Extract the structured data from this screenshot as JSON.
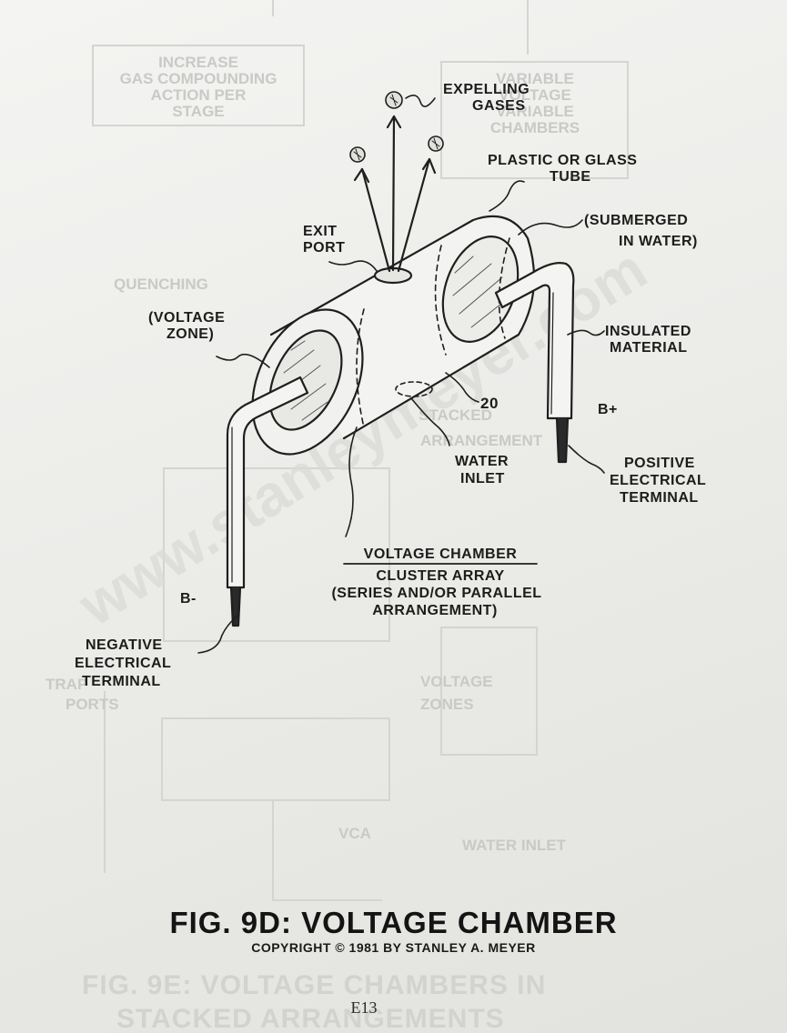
{
  "labels": {
    "expelling_gases": [
      "EXPELLING",
      "GASES"
    ],
    "plastic_or_glass_tube": [
      "PLASTIC OR GLASS",
      "TUBE"
    ],
    "submerged_in_water": [
      "(SUBMERGED",
      "IN WATER)"
    ],
    "exit_port": [
      "EXIT",
      "PORT"
    ],
    "voltage_zone": [
      "(VOLTAGE",
      "ZONE)"
    ],
    "insulated_material": [
      "INSULATED",
      "MATERIAL"
    ],
    "reference_number": "20",
    "b_plus": "B+",
    "b_minus": "B-",
    "water_inlet": [
      "WATER",
      "INLET"
    ],
    "positive_terminal": [
      "POSITIVE",
      "ELECTRICAL",
      "TERMINAL"
    ],
    "negative_terminal": [
      "NEGATIVE",
      "ELECTRICAL",
      "TERMINAL"
    ],
    "caption": [
      "VOLTAGE CHAMBER",
      "CLUSTER ARRAY",
      "(SERIES AND/OR PARALLEL",
      "ARRANGEMENT)"
    ]
  },
  "bleed_through": {
    "top_left_box": [
      "INCREASE",
      "GAS COMPOUNDING",
      "ACTION PER",
      "STAGE"
    ],
    "top_right_box": [
      "VARIABLE",
      "VOLTAGE",
      "VARIABLE",
      "CHAMBERS"
    ],
    "quenching": "QUENCHING",
    "stacked_arrangement": [
      "STACKED",
      "ARRANGEMENT"
    ],
    "voltage_zones": [
      "VOLTAGE",
      "ZONES"
    ],
    "trap_ports": [
      "TRAP",
      "PORTS"
    ],
    "vca": "VCA",
    "water_inlet": "WATER INLET",
    "next_fig_title": [
      "FIG. 9E: VOLTAGE CHAMBERS IN",
      "STACKED ARRANGEMENTS"
    ]
  },
  "watermark": "www.stanleymeyer.com",
  "figure_title": "FIG. 9D: VOLTAGE CHAMBER",
  "copyright": "COPYRIGHT © 1981 BY STANLEY A. MEYER",
  "page_number": "E13"
}
